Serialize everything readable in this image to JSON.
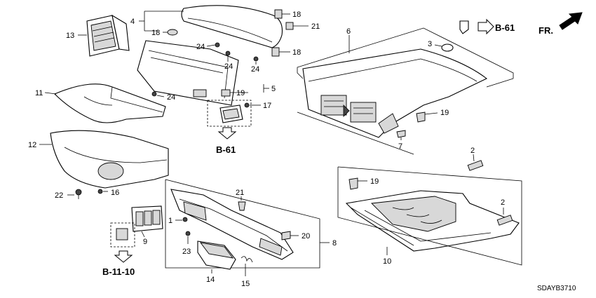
{
  "diagram_code": "SDAYB3710",
  "direction_label": "FR.",
  "refs": {
    "top_right": "B-61",
    "center": "B-61",
    "bottom_left": "B-11-10"
  },
  "callouts": {
    "c4": "4",
    "c18a": "18",
    "c18b": "18",
    "c18c": "18",
    "c21a": "21",
    "c13": "13",
    "c24a": "24",
    "c24b": "24",
    "c24c": "24",
    "c24d": "24",
    "c5": "5",
    "c19a": "19",
    "c17": "17",
    "c11": "11",
    "c12": "12",
    "c22": "22",
    "c16": "16",
    "c9": "9",
    "c21b": "21",
    "c1": "1",
    "c23": "23",
    "c20": "20",
    "c8": "8",
    "c14": "14",
    "c15": "15",
    "c6": "6",
    "c3": "3",
    "c19b": "19",
    "c7": "7",
    "c2a": "2",
    "c19c": "19",
    "c2b": "2",
    "c10": "10"
  }
}
